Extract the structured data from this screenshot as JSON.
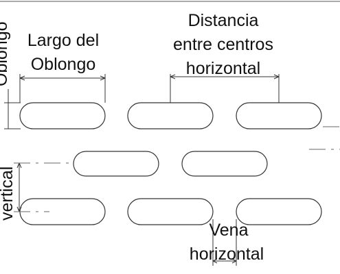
{
  "diagram": {
    "labels": {
      "largo_line1": "Largo del",
      "largo_line2": "Oblongo",
      "distancia_line1": "Distancia",
      "distancia_line2": "entre centros",
      "distancia_line3": "horizontal",
      "vena_line1": "Vena",
      "vena_line2": "horizontal",
      "left_top_vertical": "Oblongo",
      "left_mid_vertical": "vertical"
    },
    "stroke_color": "#333333",
    "background": "#ffffff"
  }
}
